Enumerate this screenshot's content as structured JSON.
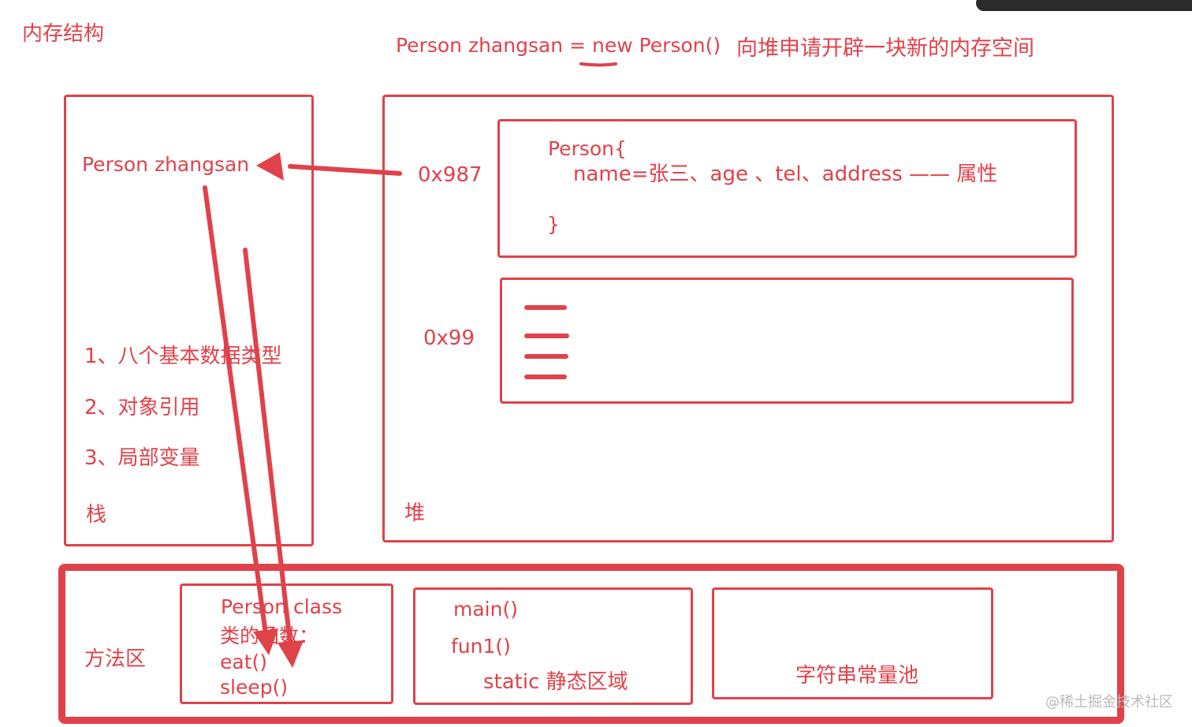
{
  "title": "内存结构",
  "equation": {
    "text": "Person zhangsan = new Person()",
    "note": "向堆申请开辟一块新的内存空间"
  },
  "stack": {
    "reference": "Person zhangsan",
    "items": [
      "1、八个基本数据类型",
      "2、对象引用",
      "3、局部变量"
    ],
    "label": "栈"
  },
  "heap": {
    "label": "堆",
    "addr1": "0x987",
    "obj_open": "Person{",
    "obj_attrs": "name=张三、age 、tel、address —— 属性",
    "obj_close": "}",
    "addr2": "0x99"
  },
  "method_area": {
    "label": "方法区",
    "class_lines": [
      "Person class",
      "类的函数：",
      "eat()",
      "sleep()"
    ],
    "static_lines": [
      "main()",
      "fun1()",
      "static 静态区域"
    ],
    "string_pool": "字符串常量池"
  },
  "watermark": "@稀土掘金技术社区",
  "colors": {
    "accent": "#e0424a"
  }
}
